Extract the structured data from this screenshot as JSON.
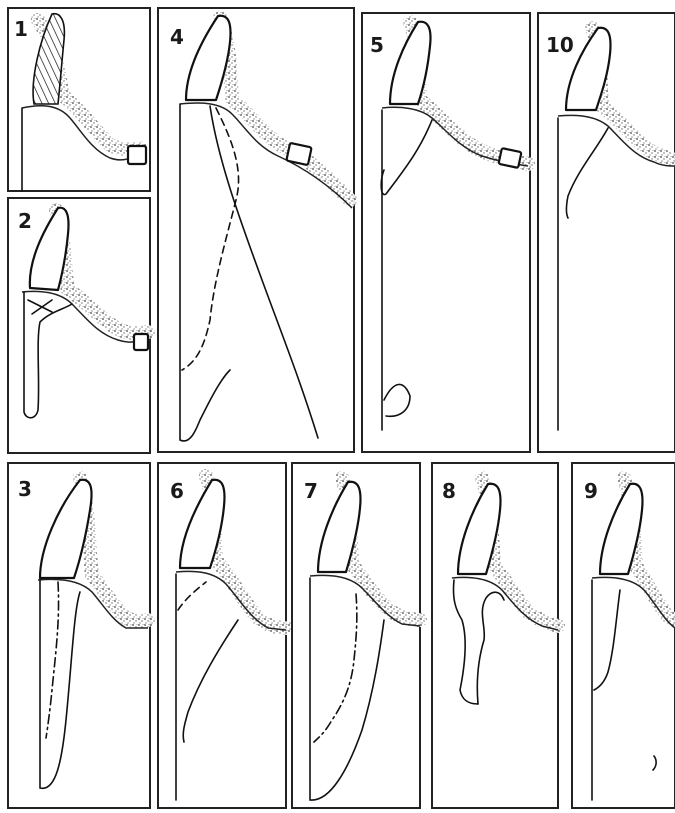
{
  "figure": {
    "panels": [
      {
        "id": "1",
        "label": "1"
      },
      {
        "id": "2",
        "label": "2"
      },
      {
        "id": "3",
        "label": "3"
      },
      {
        "id": "4",
        "label": "4"
      },
      {
        "id": "5",
        "label": "5"
      },
      {
        "id": "6",
        "label": "6"
      },
      {
        "id": "7",
        "label": "7"
      },
      {
        "id": "8",
        "label": "8"
      },
      {
        "id": "9",
        "label": "9"
      },
      {
        "id": "10",
        "label": "10"
      }
    ]
  }
}
